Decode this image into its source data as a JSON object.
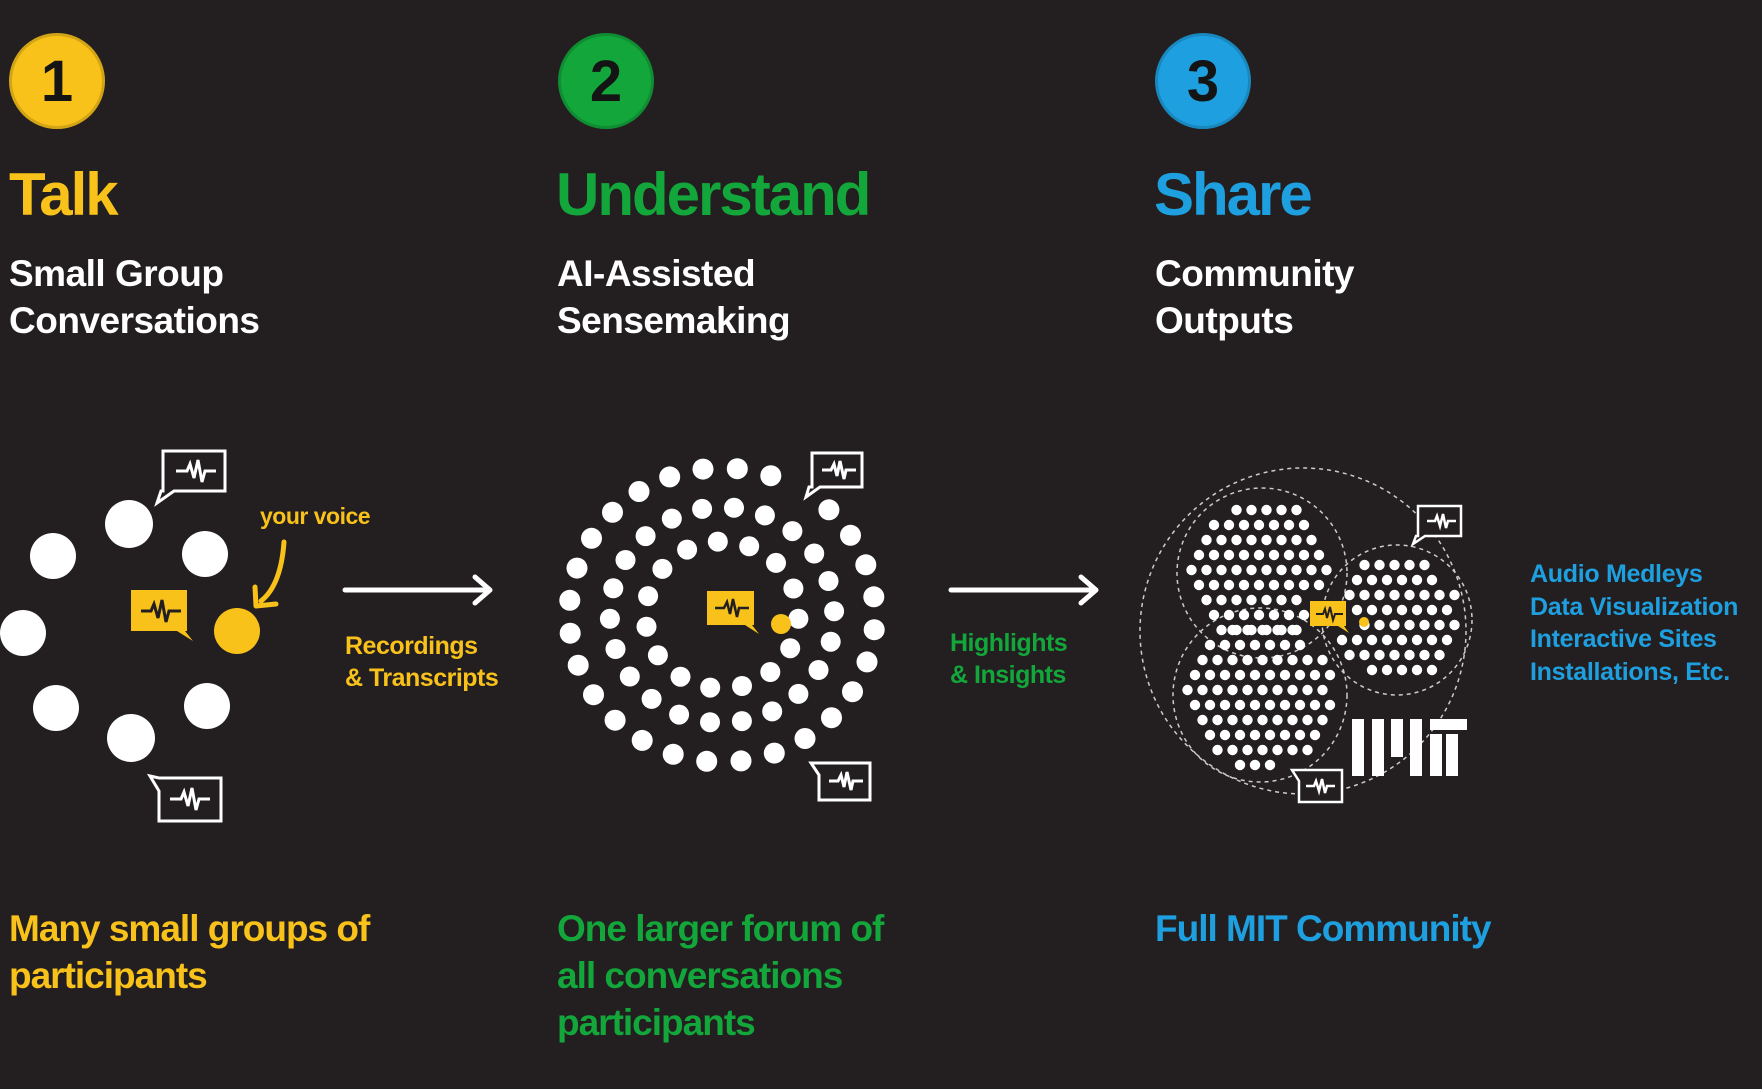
{
  "colors": {
    "background": "#231f20",
    "talk": "#f8c21a",
    "understand": "#12a63b",
    "share": "#1ea0e0",
    "white": "#ffffff"
  },
  "steps": [
    {
      "number": "1",
      "title": "Talk",
      "subtitle_line1": "Small Group",
      "subtitle_line2": "Conversations",
      "footer_line1": "Many small groups of",
      "footer_line2": "participants"
    },
    {
      "number": "2",
      "title": "Understand",
      "subtitle_line1": "AI-Assisted",
      "subtitle_line2": "Sensemaking",
      "footer_line1": "One larger forum of",
      "footer_line2": "all conversations",
      "footer_line3": "participants"
    },
    {
      "number": "3",
      "title": "Share",
      "subtitle_line1": "Community",
      "subtitle_line2": "Outputs",
      "footer_line1": "Full MIT Community"
    }
  ],
  "your_voice_label": "your voice",
  "flow_labels": {
    "first_line1": "Recordings",
    "first_line2": "& Transcripts",
    "second_line1": "Highlights",
    "second_line2": "& Insights"
  },
  "outputs_list": [
    "Audio Medleys",
    "Data Visualization",
    "Interactive Sites",
    "Installations, Etc."
  ],
  "icons": [
    "audio-wave-speech-bubble-icon",
    "arrow-right-icon",
    "curved-arrow-icon",
    "mit-logo"
  ]
}
